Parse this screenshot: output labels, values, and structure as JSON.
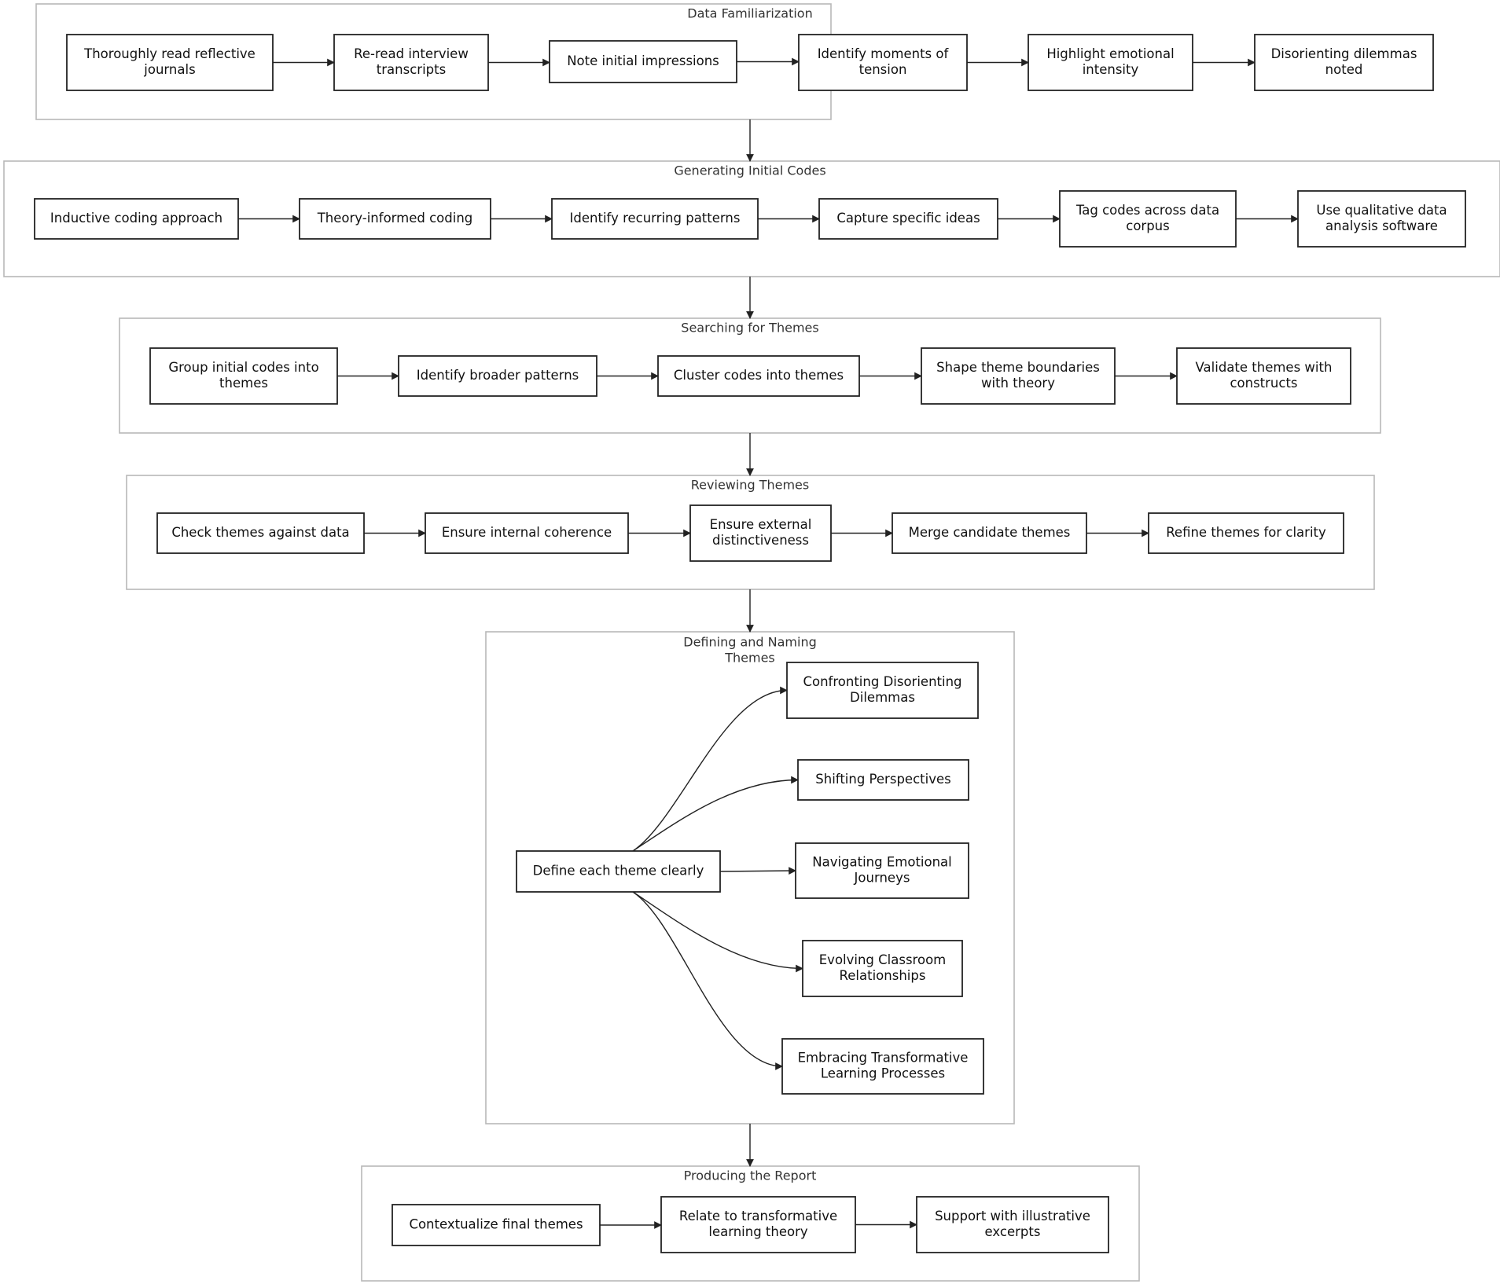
{
  "groups": [
    {
      "title": [
        "Data Familiarization"
      ],
      "nodes": [
        {
          "lines": [
            "Thoroughly read reflective",
            "journals"
          ]
        },
        {
          "lines": [
            "Re-read interview",
            "transcripts"
          ]
        },
        {
          "lines": [
            "Note initial impressions"
          ]
        },
        {
          "lines": [
            "Identify moments of",
            "tension"
          ]
        },
        {
          "lines": [
            "Highlight emotional",
            "intensity"
          ]
        },
        {
          "lines": [
            "Disorienting dilemmas",
            "noted"
          ]
        }
      ]
    },
    {
      "title": [
        "Generating Initial Codes"
      ],
      "nodes": [
        {
          "lines": [
            "Inductive coding approach"
          ]
        },
        {
          "lines": [
            "Theory-informed coding"
          ]
        },
        {
          "lines": [
            "Identify recurring patterns"
          ]
        },
        {
          "lines": [
            "Capture specific ideas"
          ]
        },
        {
          "lines": [
            "Tag codes across data",
            "corpus"
          ]
        },
        {
          "lines": [
            "Use qualitative data",
            "analysis software"
          ]
        }
      ]
    },
    {
      "title": [
        "Searching for Themes"
      ],
      "nodes": [
        {
          "lines": [
            "Group initial codes into",
            "themes"
          ]
        },
        {
          "lines": [
            "Identify broader patterns"
          ]
        },
        {
          "lines": [
            "Cluster codes into themes"
          ]
        },
        {
          "lines": [
            "Shape theme boundaries",
            "with theory"
          ]
        },
        {
          "lines": [
            "Validate themes with",
            "constructs"
          ]
        }
      ]
    },
    {
      "title": [
        "Reviewing Themes"
      ],
      "nodes": [
        {
          "lines": [
            "Check themes against data"
          ]
        },
        {
          "lines": [
            "Ensure internal coherence"
          ]
        },
        {
          "lines": [
            "Ensure external",
            "distinctiveness"
          ]
        },
        {
          "lines": [
            "Merge candidate themes"
          ]
        },
        {
          "lines": [
            "Refine themes for clarity"
          ]
        }
      ]
    },
    {
      "title": [
        "Defining and Naming",
        "Themes"
      ],
      "nodes": [
        {
          "lines": [
            "Define each theme clearly"
          ]
        },
        {
          "lines": [
            "Confronting Disorienting",
            "Dilemmas"
          ]
        },
        {
          "lines": [
            "Shifting Perspectives"
          ]
        },
        {
          "lines": [
            "Navigating Emotional",
            "Journeys"
          ]
        },
        {
          "lines": [
            "Evolving Classroom",
            "Relationships"
          ]
        },
        {
          "lines": [
            "Embracing Transformative",
            "Learning Processes"
          ]
        }
      ]
    },
    {
      "title": [
        "Producing the Report"
      ],
      "nodes": [
        {
          "lines": [
            "Contextualize final themes"
          ]
        },
        {
          "lines": [
            "Relate to transformative",
            "learning theory"
          ]
        },
        {
          "lines": [
            "Support with illustrative",
            "excerpts"
          ]
        }
      ]
    }
  ]
}
